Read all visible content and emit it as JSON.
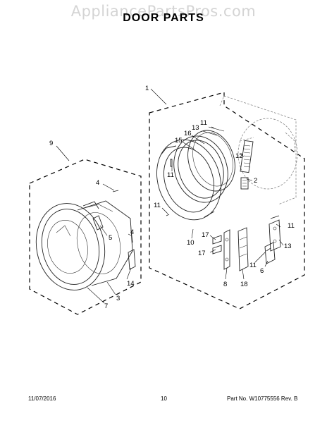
{
  "watermark": "AppliancePartsPros.com",
  "title": "DOOR PARTS",
  "footer": {
    "date": "11/07/2016",
    "page": "10",
    "part_no": "Part No. W10775556  Rev. B"
  },
  "callouts": {
    "c1": "1",
    "c2": "2",
    "c3": "3",
    "c4": "4",
    "c5": "5",
    "c6": "6",
    "c7": "7",
    "c8": "8",
    "c9": "9",
    "c10": "10",
    "c11a": "11",
    "c11b": "11",
    "c11c": "11",
    "c11d": "11",
    "c11e": "11",
    "c12": "12",
    "c13a": "13",
    "c13b": "13",
    "c14": "14",
    "c15": "15",
    "c16": "16",
    "c17a": "17",
    "c17b": "17",
    "c18": "18"
  }
}
